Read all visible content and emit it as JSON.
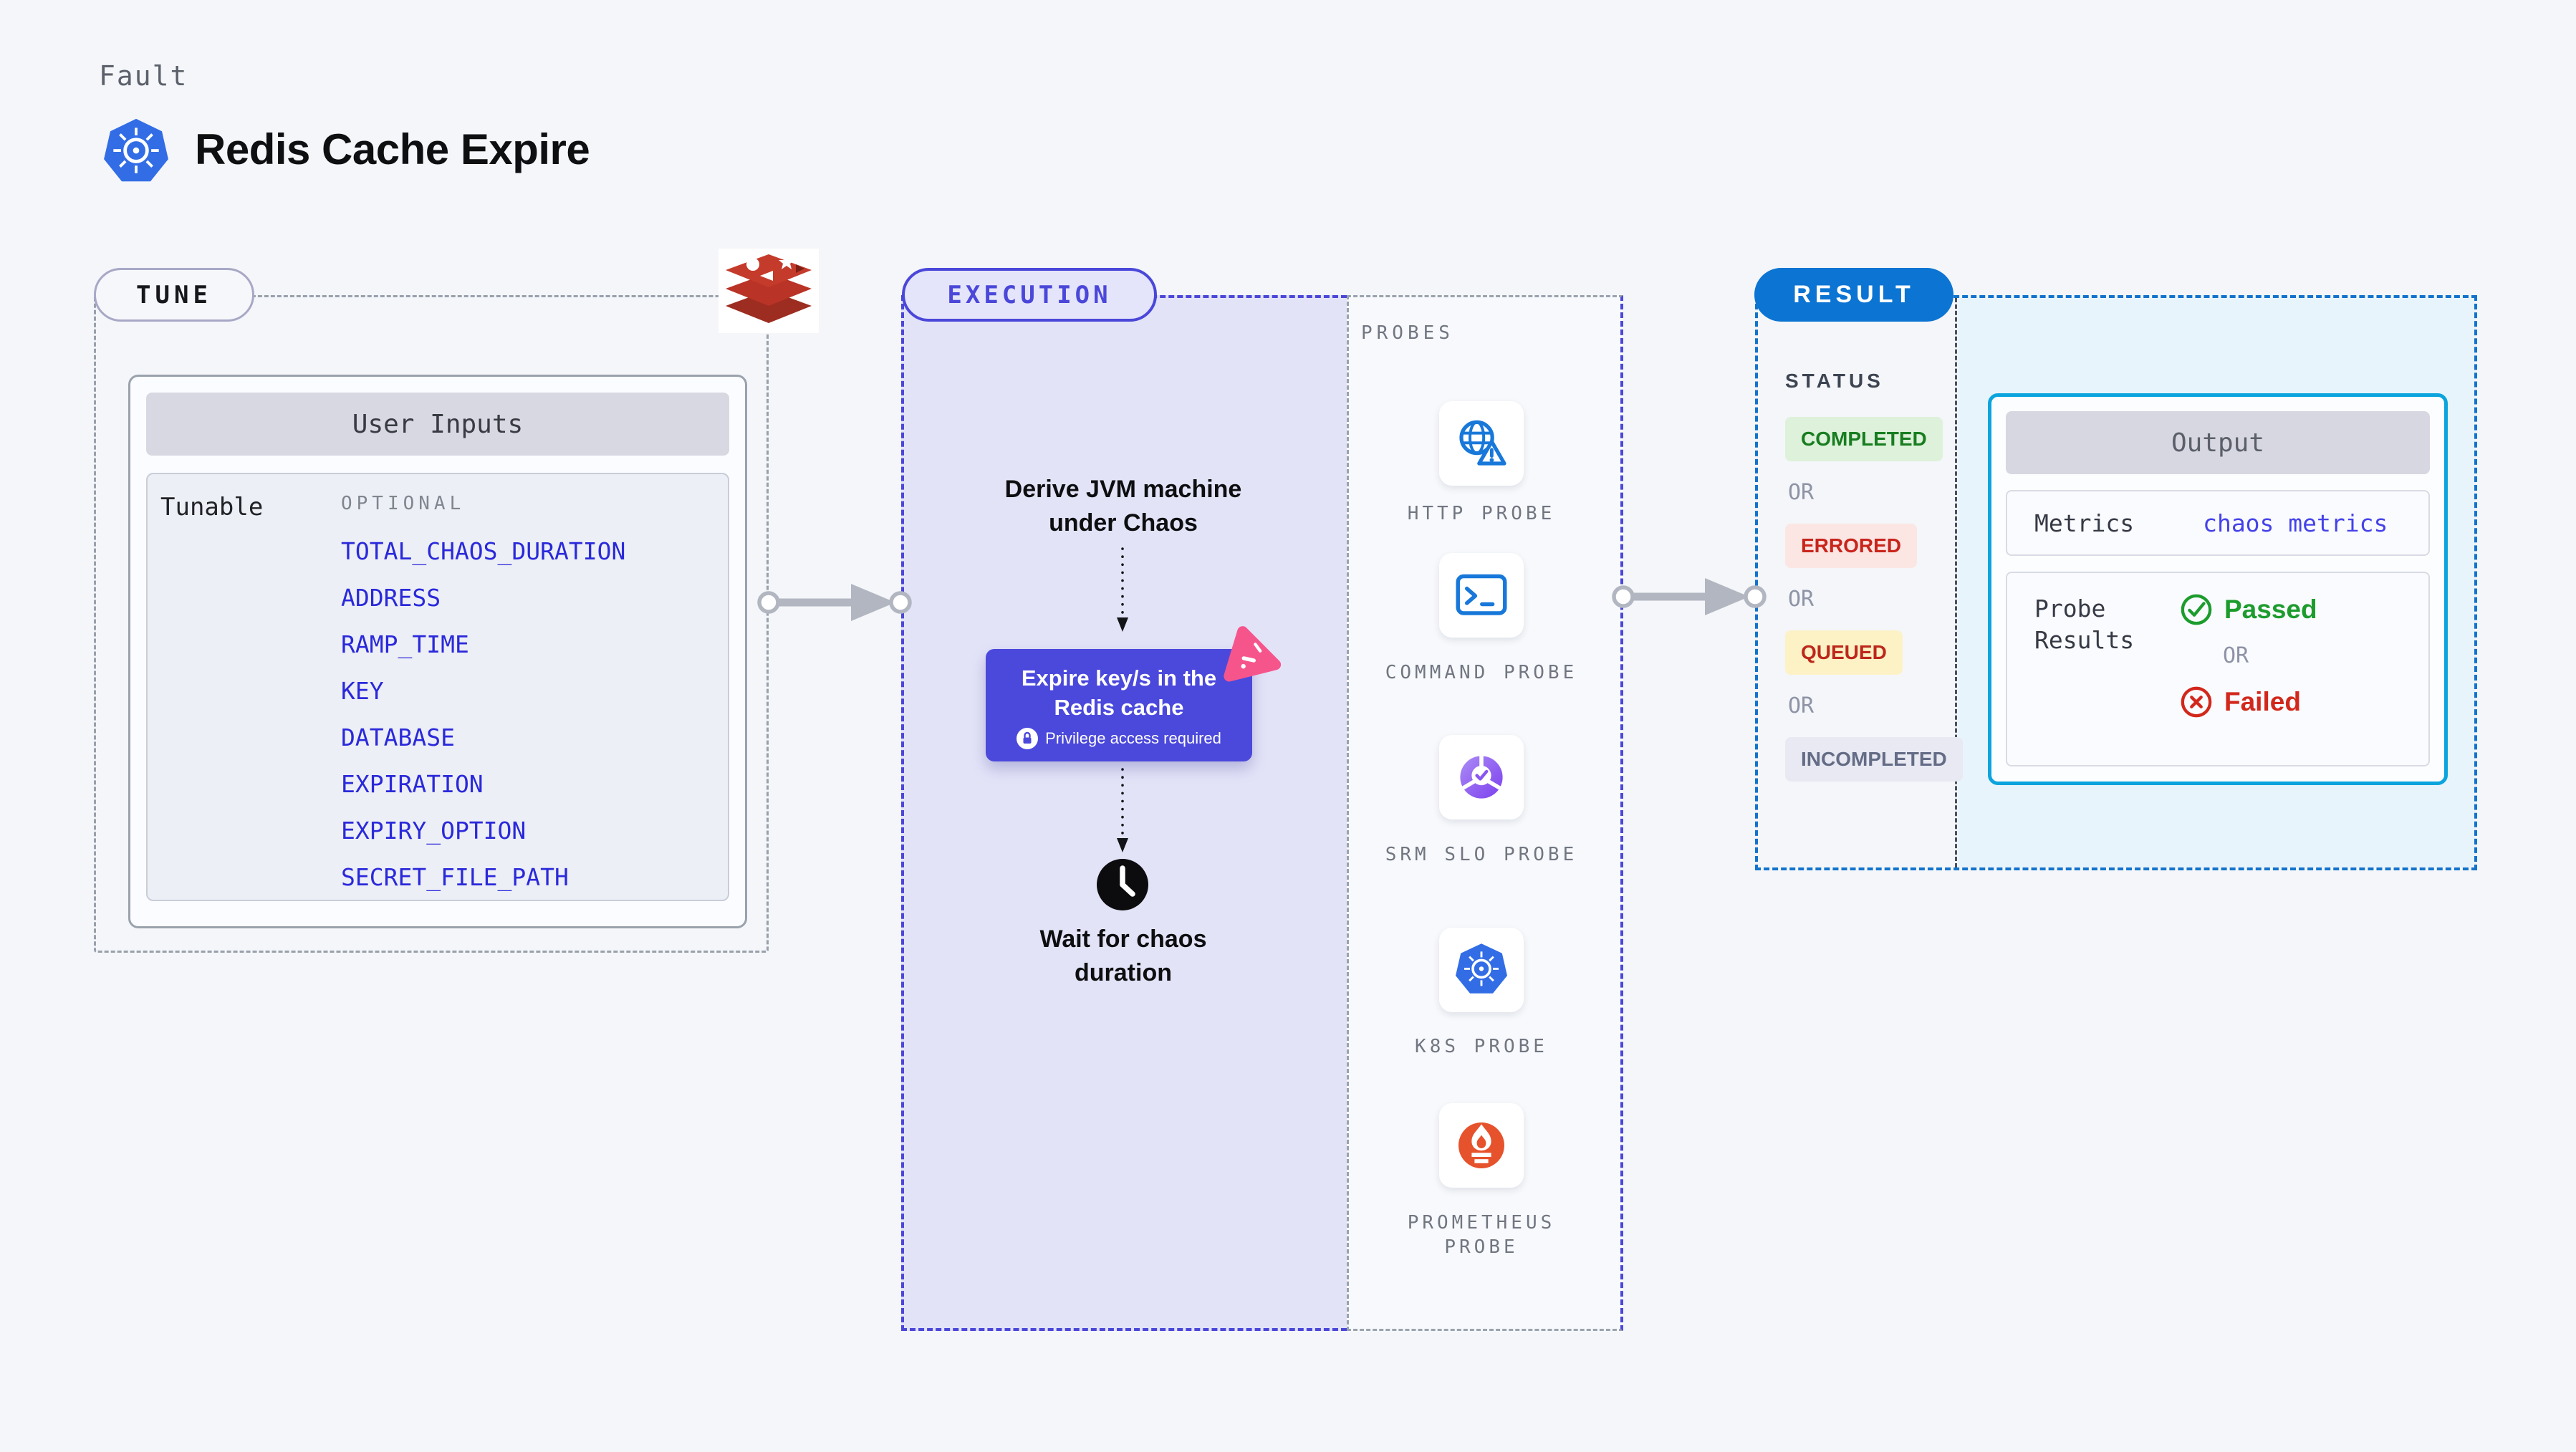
{
  "page": {
    "kicker": "Fault",
    "title": "Redis Cache Expire"
  },
  "colors": {
    "accent_indigo": "#4a47d9",
    "accent_blue": "#0c74d2",
    "accent_cyan": "#0ba4dd",
    "link_blue": "#2a29da",
    "chaos_box_indigo": "#4b48dc",
    "pink_badge": "#f6558c",
    "arrow_gray": "#b2b6c1",
    "passed_green": "#1d9c2e",
    "failed_red": "#d2281c"
  },
  "tune": {
    "badge": "TUNE",
    "card_title": "User Inputs",
    "group_label": "Tunable",
    "optional_label": "OPTIONAL",
    "inputs": [
      "TOTAL_CHAOS_DURATION",
      "ADDRESS",
      "RAMP_TIME",
      "KEY",
      "DATABASE",
      "EXPIRATION",
      "EXPIRY_OPTION",
      "SECRET_FILE_PATH"
    ]
  },
  "execution": {
    "badge": "EXECUTION",
    "step_derive_line1": "Derive JVM machine",
    "step_derive_line2": "under Chaos",
    "chaos_action_line1": "Expire key/s in the",
    "chaos_action_line2": "Redis cache",
    "privilege_note": "Privilege access required",
    "step_wait_line1": "Wait for chaos",
    "step_wait_line2": "duration"
  },
  "probes": {
    "label": "PROBES",
    "items": [
      {
        "name": "HTTP PROBE",
        "icon": "globe-alert-icon"
      },
      {
        "name": "COMMAND PROBE",
        "icon": "terminal-icon"
      },
      {
        "name": "SRM SLO PROBE",
        "icon": "slo-gauge-icon"
      },
      {
        "name": "K8S PROBE",
        "icon": "kubernetes-icon"
      },
      {
        "name": "PROMETHEUS PROBE",
        "icon": "prometheus-icon"
      }
    ]
  },
  "result": {
    "badge": "RESULT",
    "status_label": "STATUS",
    "or_label": "OR",
    "statuses": [
      {
        "label": "COMPLETED",
        "style": "background:#def1da;color:#187d20"
      },
      {
        "label": "ERRORED",
        "style": "background:#fbe6e4;color:#c8251b"
      },
      {
        "label": "QUEUED",
        "style": "background:#fdf2c5;color:#bd271b"
      },
      {
        "label": "INCOMPLETED",
        "style": "background:#e8e9f2;color:#646c86"
      }
    ],
    "output": {
      "title": "Output",
      "metrics_label": "Metrics",
      "metrics_value": "chaos metrics",
      "probe_results_label": "Probe Results",
      "passed_label": "Passed",
      "failed_label": "Failed"
    }
  }
}
